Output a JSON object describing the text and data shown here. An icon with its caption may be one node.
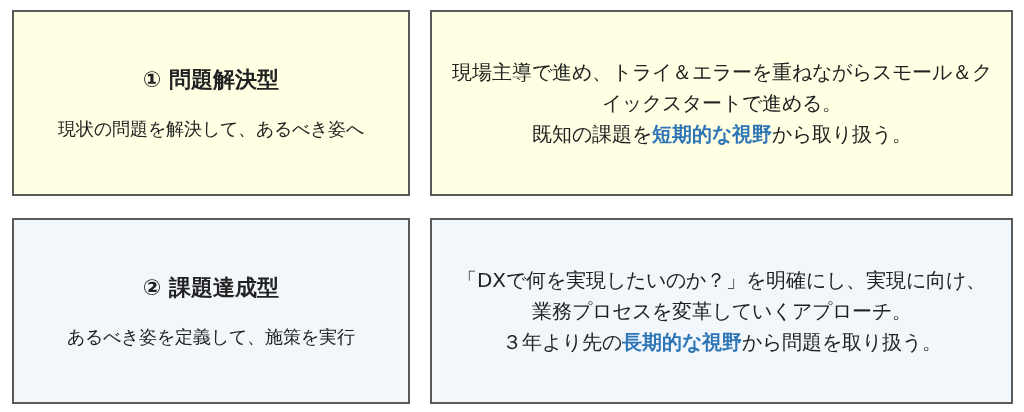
{
  "diagram": {
    "nodes": [
      {
        "text": [
          "① 問題解決型",
          "現状の問題を解決して、あるべき姿へ"
        ]
      },
      {
        "text": [
          "現場主導で進め、トライ＆エラーを重ねながらスモール＆クイックスタートで進める。",
          "既知の課題を**短期的な視野**から取り扱う。"
        ]
      },
      {
        "text": [
          "② 課題達成型",
          "あるべき姿を定義して、施策を実行"
        ]
      },
      {
        "text": [
          "「DXで何を実現したいのか？」を明確にし、実現に向け、業務プロセスを変革していくアプローチ。",
          "３年より先の**長期的な視野**から問題を取り扱う。"
        ]
      }
    ]
  }
}
